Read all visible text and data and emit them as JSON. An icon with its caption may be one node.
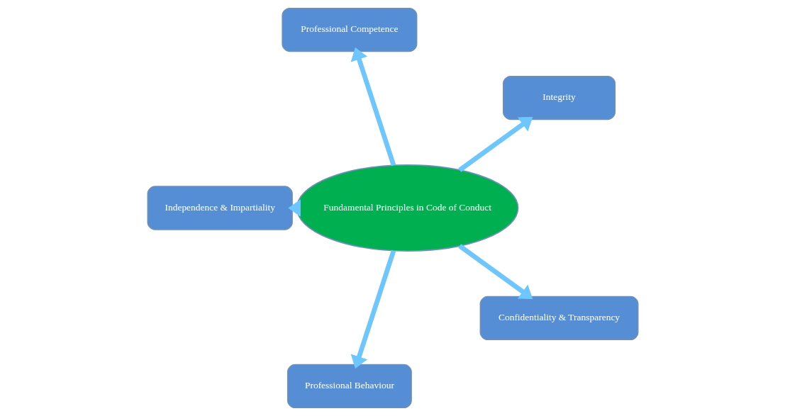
{
  "diagram": {
    "nodes": [
      {
        "text": [
          "Integrity"
        ]
      },
      {
        "text": [
          "Professional Competence"
        ]
      },
      {
        "text": [
          "Independence & Impartiality"
        ]
      },
      {
        "text": [
          "Fundamental Principles in Code of Conduct"
        ]
      },
      {
        "text": [
          "Professional Behaviour"
        ]
      },
      {
        "text": [
          "Confidentiality & Transparency"
        ]
      }
    ],
    "edges": [
      {
        "from": 3,
        "to": 0,
        "arrow": "to"
      },
      {
        "from": 3,
        "to": 1,
        "arrow": "to"
      },
      {
        "from": 3,
        "to": 2,
        "arrow": "to"
      },
      {
        "from": 3,
        "to": 4,
        "arrow": "to"
      },
      {
        "from": 3,
        "to": 5,
        "arrow": "to"
      }
    ]
  }
}
